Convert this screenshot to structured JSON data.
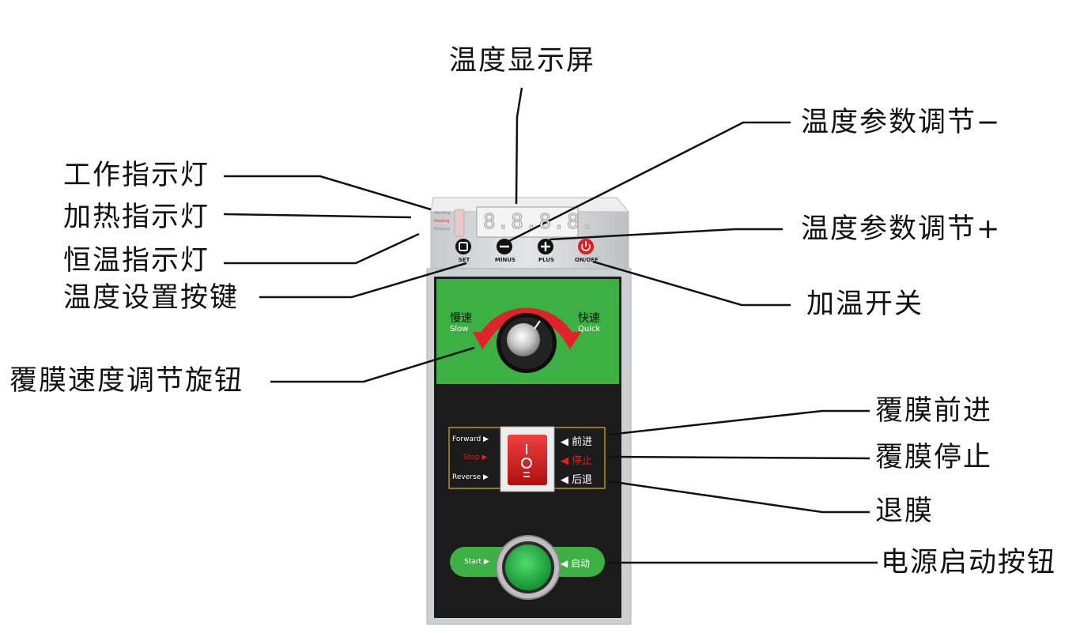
{
  "callouts": {
    "display": "温度显示屏",
    "minus": "温度参数调节−",
    "plus": "温度参数调节+",
    "work_light": "工作指示灯",
    "heat_light": "加热指示灯",
    "const_light": "恒温指示灯",
    "set_key": "温度设置按键",
    "heat_switch": "加温开关",
    "speed_knob": "覆膜速度调节旋钮",
    "forward": "覆膜前进",
    "stop": "覆膜停止",
    "reverse": "退膜",
    "power_button": "电源启动按钮"
  },
  "device": {
    "display_digits": "8.8.8.8.",
    "indicator_labels": [
      "Working",
      "Heating",
      "Keeping"
    ],
    "buttons": [
      {
        "label": "SET",
        "icon": "square-icon"
      },
      {
        "label": "MINUS",
        "icon": "minus-icon"
      },
      {
        "label": "PLUS",
        "icon": "plus-icon"
      },
      {
        "label": "ON/OFF",
        "icon": "power-icon"
      }
    ],
    "speed": {
      "slow_cn": "慢速",
      "slow_en": "Slow",
      "quick_cn": "快速",
      "quick_en": "Quick"
    },
    "rocker": {
      "forward_en": "Forward",
      "stop_en": "Stop",
      "reverse_en": "Reverse",
      "forward_cn": "前进",
      "stop_cn": "停止",
      "reverse_cn": "后退"
    },
    "start": {
      "en": "Start",
      "cn": "启动"
    }
  },
  "colors": {
    "panel_black": "#1b1b1b",
    "panel_green": "#3cb043",
    "arrow_red": "#e0222a",
    "rocker_red": "#d41f22",
    "start_green": "#1faa3c",
    "housing": "#d9dadc"
  }
}
